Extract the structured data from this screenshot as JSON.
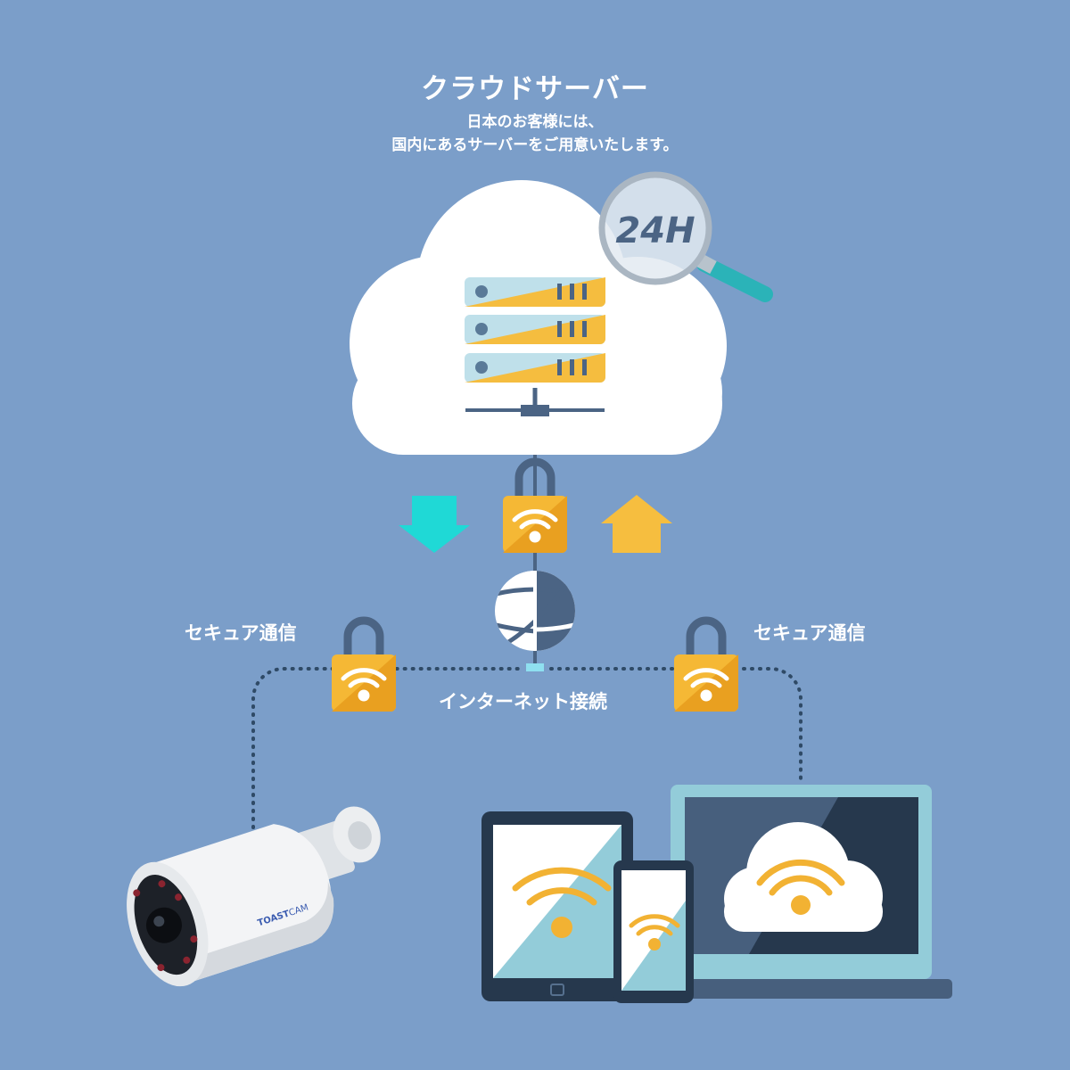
{
  "header": {
    "title": "クラウドサーバー",
    "subtitle_line1": "日本のお客様には、",
    "subtitle_line2": "国内にあるサーバーをご用意いたします。"
  },
  "badge": {
    "text": "24H"
  },
  "labels": {
    "secure_left": "セキュア通信",
    "secure_right": "セキュア通信",
    "internet": "インターネット接続"
  },
  "camera": {
    "brand_a": "TOAST",
    "brand_b": "CAM"
  },
  "colors": {
    "background": "#7b9ec9",
    "lock_orange": "#f2b233",
    "download_arrow": "#1fd9d6",
    "upload_arrow": "#f6be3f",
    "server_line": "#4b6484"
  },
  "icons": [
    "cloud-icon",
    "server-rack-icon",
    "magnifier-icon",
    "download-arrow-icon",
    "upload-arrow-icon",
    "wifi-lock-icon",
    "globe-icon",
    "security-camera-icon",
    "tablet-icon",
    "smartphone-icon",
    "laptop-icon",
    "wifi-icon"
  ]
}
